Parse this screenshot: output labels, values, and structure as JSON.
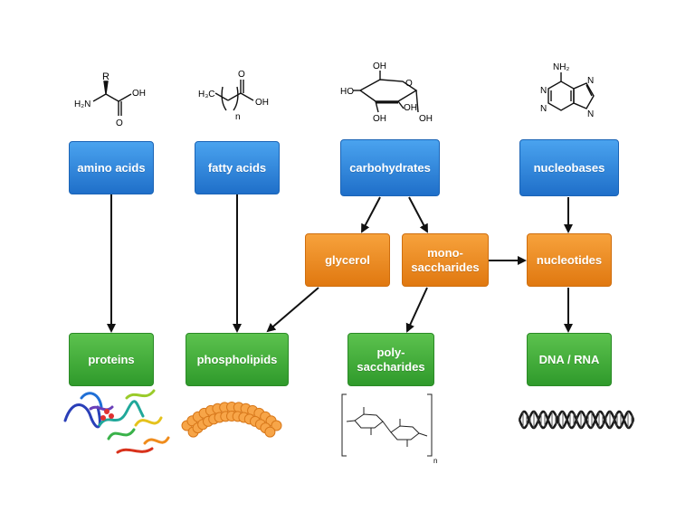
{
  "colors": {
    "source_box": "#2a7fd6",
    "intermediate_box": "#ee8c22",
    "product_box": "#3fae38",
    "arrow": "#111111"
  },
  "nodes": {
    "amino_acids": "amino acids",
    "fatty_acids": "fatty acids",
    "carbohydrates": "carbohydrates",
    "nucleobases": "nucleobases",
    "glycerol": "glycerol",
    "monosaccharides": "mono-\nsaccharides",
    "nucleotides": "nucleotides",
    "proteins": "proteins",
    "phospholipids": "phospholipids",
    "polysaccharides": "poly-\nsaccharides",
    "dna_rna": "DNA / RNA"
  },
  "structures": {
    "amino_acid": {
      "r": "R",
      "amine": "H₂N",
      "acid": "OH",
      "oxygen": "O"
    },
    "fatty_acid": {
      "methyl": "H₃C",
      "repeat": "n",
      "acid": "OH",
      "oxygen": "O"
    },
    "glucose": {
      "oh_top": "OH",
      "oh_left": "HO",
      "oh_bottom_left": "OH",
      "oh_bottom_mid": "OH",
      "oh_right": "OH",
      "ring_o": "O"
    },
    "adenine": {
      "amine": "NH₂",
      "n1": "N",
      "n3": "N",
      "n7": "N",
      "n9": "N"
    },
    "polysaccharide": {
      "repeat": "n"
    }
  },
  "icons": {
    "protein": "protein-ribbon-icon",
    "membrane": "lipid-membrane-icon",
    "polymer": "polysaccharide-chain-icon",
    "dna": "dna-helix-icon"
  }
}
